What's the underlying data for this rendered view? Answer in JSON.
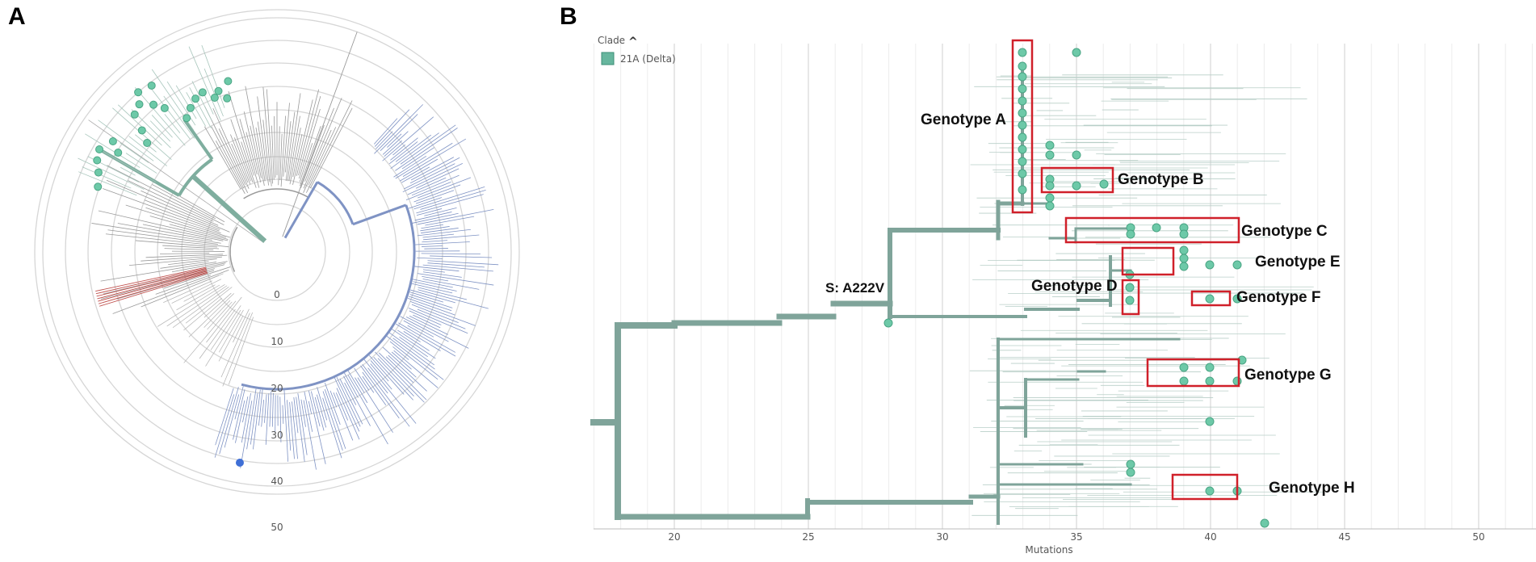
{
  "panels": {
    "a": "A",
    "b": "B"
  },
  "panel_a": {
    "ring_labels": [
      "0",
      "10",
      "20",
      "30",
      "40",
      "50"
    ]
  },
  "panel_b": {
    "legend": {
      "title": "Clade",
      "chevron": "^",
      "item": "21A (Delta)",
      "color": "#67b69e"
    },
    "branch_label": "S: A222V",
    "x_axis": {
      "label": "Mutations",
      "ticks": [
        "20",
        "25",
        "30",
        "35",
        "40",
        "45",
        "50"
      ]
    },
    "genotypes": [
      "Genotype A",
      "Genotype B",
      "Genotype C",
      "Genotype D",
      "Genotype E",
      "Genotype F",
      "Genotype G",
      "Genotype H"
    ]
  },
  "colors": {
    "tree": "#7fa49a",
    "tip": "#6dc9a8",
    "box": "#d0202a",
    "blue": "#7f93c4",
    "gray": "#9a9a9a",
    "red": "#c0504d"
  }
}
